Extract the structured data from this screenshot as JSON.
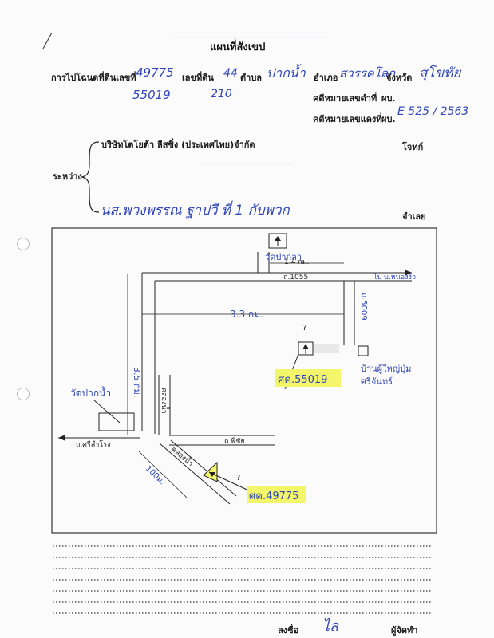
{
  "header": {
    "title": "แผนที่สังเขป",
    "deed_label": "การไปโฉนดที่ดินเลขที่",
    "deed_no_1": "49775",
    "deed_no_2": "55019",
    "land_no_label": "เลขที่ดิน",
    "land_no_1": "44",
    "land_no_2": "210",
    "subdistrict_label": "ตำบล",
    "subdistrict": "ปากน้ำ",
    "district_label": "อำเภอ",
    "district": "สวรรคโลก",
    "province_label": "จังหวัด",
    "province": "สุโขทัย",
    "case_black_label": "คดีหมายเลขดำที่",
    "case_black_prefix": "ผบ.",
    "case_red_label": "คดีหมายเลขแดงที่",
    "case_red_prefix": "ผบ.",
    "case_red_value": "E 525 / 2563"
  },
  "parties": {
    "between_label": "ระหว่าง",
    "plaintiff": "บริษัทโตโยต้า ลีสซิ่ง (ประเทศไทย)จำกัด",
    "plaintiff_role": "โจทก์",
    "defendant": "นส.พวงพรรณ ฐาปวี ที่ 1 กับพวก",
    "defendant_role": "จำเลย"
  },
  "map": {
    "temple_top": "วัดป่ากลา",
    "temple_left": "วัดปากน้ำ",
    "dist_14km": "1.4 กม.",
    "road_1055": "ถ.1055",
    "to_nongngua": "ไป บ.หนองงั่ว",
    "dist_33km": "3.3 กม.",
    "dist_35km": "3.5 กม.",
    "road_right_vertical": "ถ.5009",
    "canal_label": "คลองน้ำ",
    "road_left": "ถ.ศรีสำโรง",
    "road_bottom": "ถ.พิชัย",
    "canal_bottom": "คลองน้ำ",
    "dist_100m": "100ม.",
    "plot_1": "ศค.55019",
    "plot_2": "ศค.49775",
    "house_label_1": "บ้านผู้ใหญ่ปุ่ม",
    "house_label_2": "ศรีจันทร์",
    "marker_1": "?",
    "marker_2": "?"
  },
  "footer": {
    "sign_label": "ลงชื่อ",
    "signature": "ไล",
    "role": "ผู้จัดทำ"
  },
  "colors": {
    "ink_blue": "#2f45b8",
    "highlight": "#f3f56b",
    "print": "#1b1b1b"
  }
}
